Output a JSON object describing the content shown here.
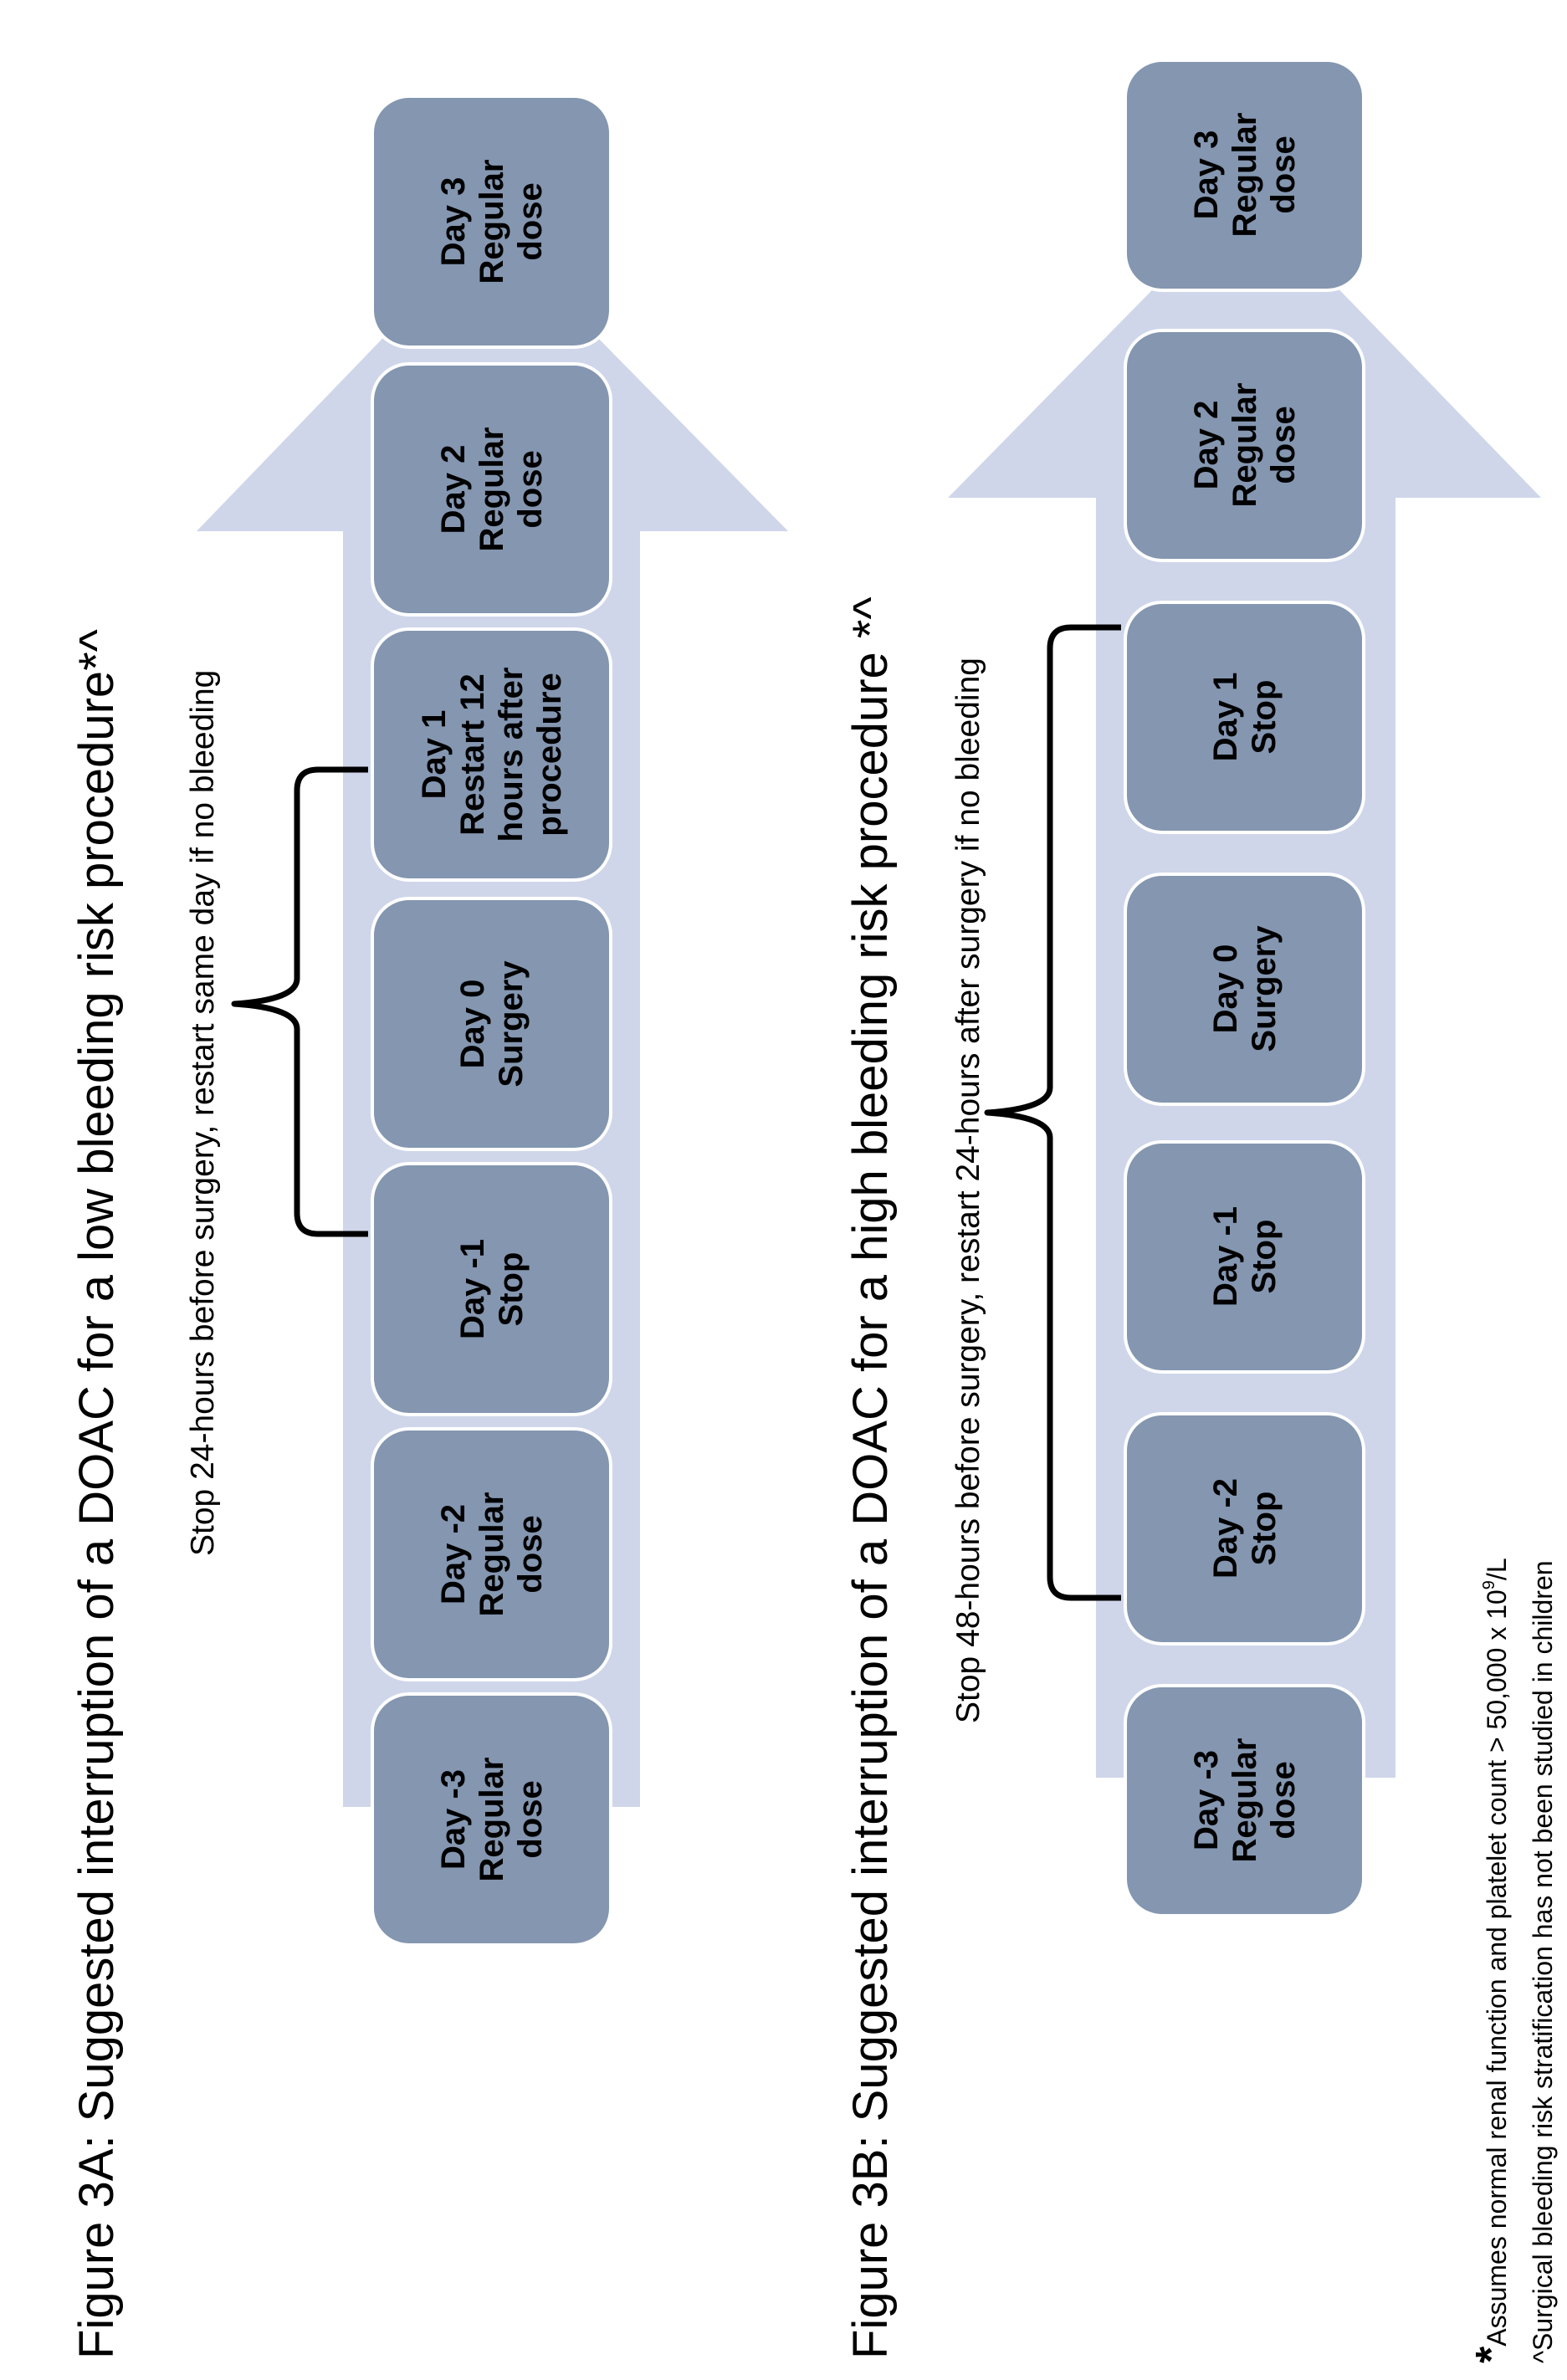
{
  "figure_a": {
    "title": "Figure 3A: Suggested interruption of a DOAC for a low bleeding risk procedure*^",
    "note": "Stop 24-hours before surgery, restart same day if no bleeding",
    "boxes": [
      {
        "lines": [
          "Day -3",
          "Regular",
          "dose"
        ]
      },
      {
        "lines": [
          "Day -2",
          "Regular",
          "dose"
        ]
      },
      {
        "lines": [
          "Day -1",
          "Stop"
        ]
      },
      {
        "lines": [
          "Day 0",
          "Surgery"
        ]
      },
      {
        "lines": [
          "Day 1",
          "Restart 12",
          "hours after",
          "procedure"
        ]
      },
      {
        "lines": [
          "Day 2",
          "Regular",
          "dose"
        ]
      },
      {
        "lines": [
          "Day 3",
          "Regular",
          "dose"
        ]
      }
    ]
  },
  "figure_b": {
    "title": "Figure 3B: Suggested interruption of a DOAC for a high bleeding risk procedure *^",
    "note": "Stop 48-hours before surgery, restart 24-hours after surgery if no bleeding",
    "boxes": [
      {
        "lines": [
          "Day -3",
          "Regular",
          "dose"
        ]
      },
      {
        "lines": [
          "Day -2",
          "Stop"
        ]
      },
      {
        "lines": [
          "Day -1",
          "Stop"
        ]
      },
      {
        "lines": [
          "Day 0",
          "Surgery"
        ]
      },
      {
        "lines": [
          "Day 1",
          "Stop"
        ]
      },
      {
        "lines": [
          "Day 2",
          "Regular",
          "dose"
        ]
      },
      {
        "lines": [
          "Day 3",
          "Regular",
          "dose"
        ]
      }
    ]
  },
  "footnotes": {
    "line1_symbol": "*",
    "line1_text": "Assumes normal renal function and platelet count > 50,000 x 10",
    "line1_sup": "9",
    "line1_tail": "/L",
    "line2": "^Surgical bleeding risk stratification has not been studied in children"
  },
  "colors": {
    "arrow": "#cfd6ea",
    "box": "#8496b0",
    "box_border": "#ffffff",
    "text": "#000000"
  }
}
